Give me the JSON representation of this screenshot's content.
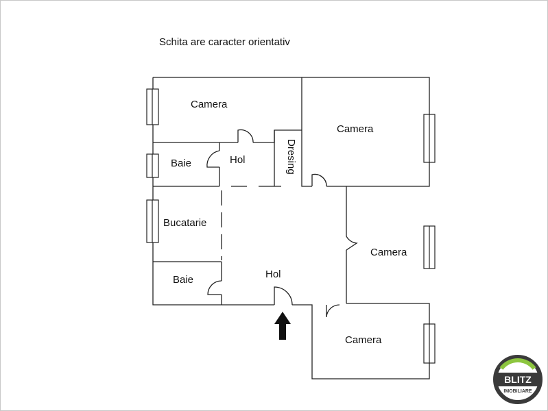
{
  "note": "Schita are caracter orientativ",
  "rooms": {
    "camera_top_left": "Camera",
    "camera_top_right": "Camera",
    "camera_right": "Camera",
    "camera_bottom_right": "Camera",
    "baie_top": "Baie",
    "baie_bottom": "Baie",
    "hol_small": "Hol",
    "hol_main": "Hol",
    "dresing": "Dresing",
    "bucatarie": "Bucatarie"
  },
  "logo": {
    "brand": "BLITZ",
    "sub": "IMOBILIARE",
    "accent": "#8dc63f",
    "ring": "#3a3a3a"
  }
}
